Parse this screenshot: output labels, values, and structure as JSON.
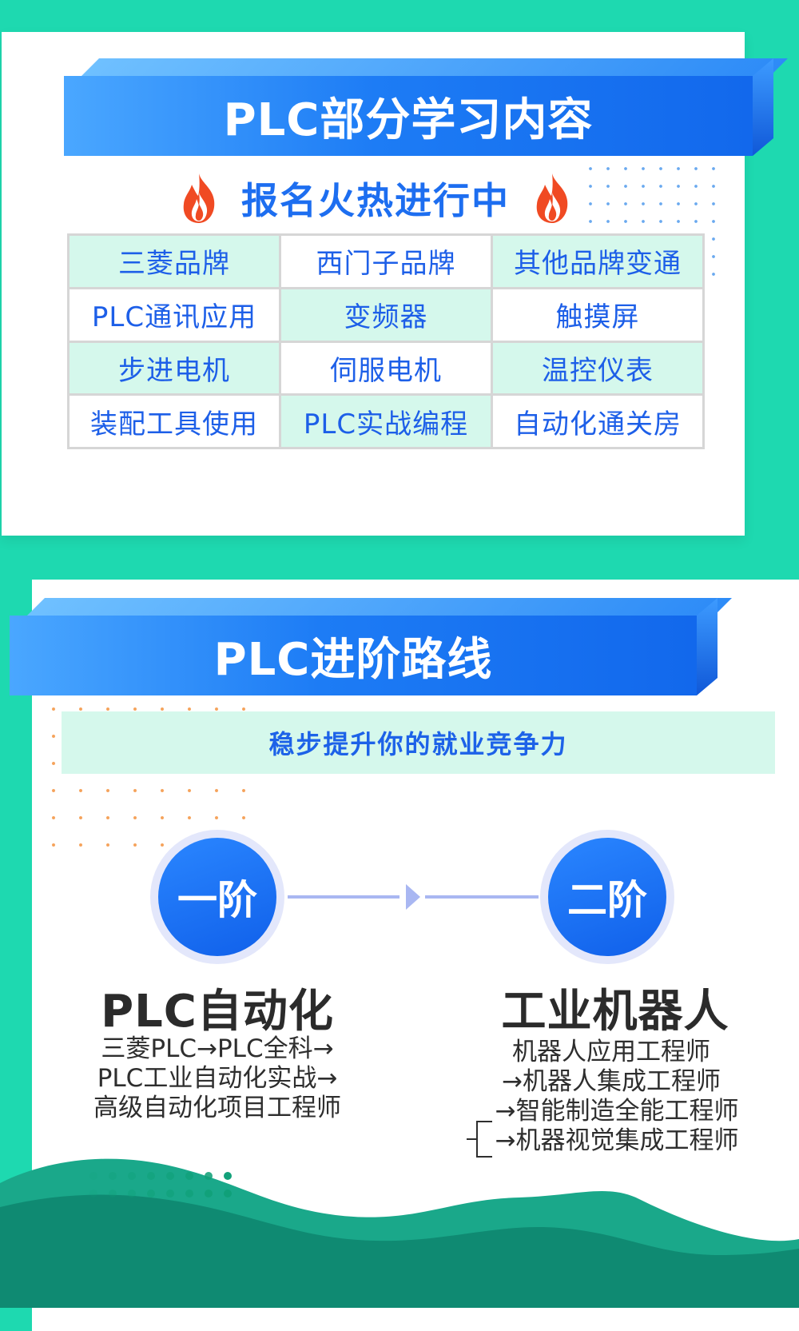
{
  "section1": {
    "title": "PLC部分学习内容",
    "subtitle": "报名火热进行中",
    "grid": [
      "三菱品牌",
      "西门子品牌",
      "其他品牌变通",
      "PLC通讯应用",
      "变频器",
      "触摸屏",
      "步进电机",
      "伺服电机",
      "温控仪表",
      "装配工具使用",
      "PLC实战编程",
      "自动化通关房"
    ]
  },
  "section2": {
    "title": "PLC进阶路线",
    "tagline": "稳步提升你的就业竞争力",
    "stage1": {
      "badge": "一阶",
      "title": "PLC自动化",
      "lines": [
        "三菱PLC→PLC全科→",
        "PLC工业自动化实战→",
        "高级自动化项目工程师"
      ]
    },
    "stage2": {
      "badge": "二阶",
      "title": "工业机器人",
      "lines": [
        "机器人应用工程师",
        "→机器人集成工程师",
        "→智能制造全能工程师",
        "→机器视觉集成工程师"
      ]
    }
  },
  "colors": {
    "background": "#1ed9b0",
    "accent_blue": "#1d6ef0",
    "cell_green": "#d5f8ec",
    "wave_dark": "#0f8a72",
    "wave_mid": "#1aa88a"
  }
}
